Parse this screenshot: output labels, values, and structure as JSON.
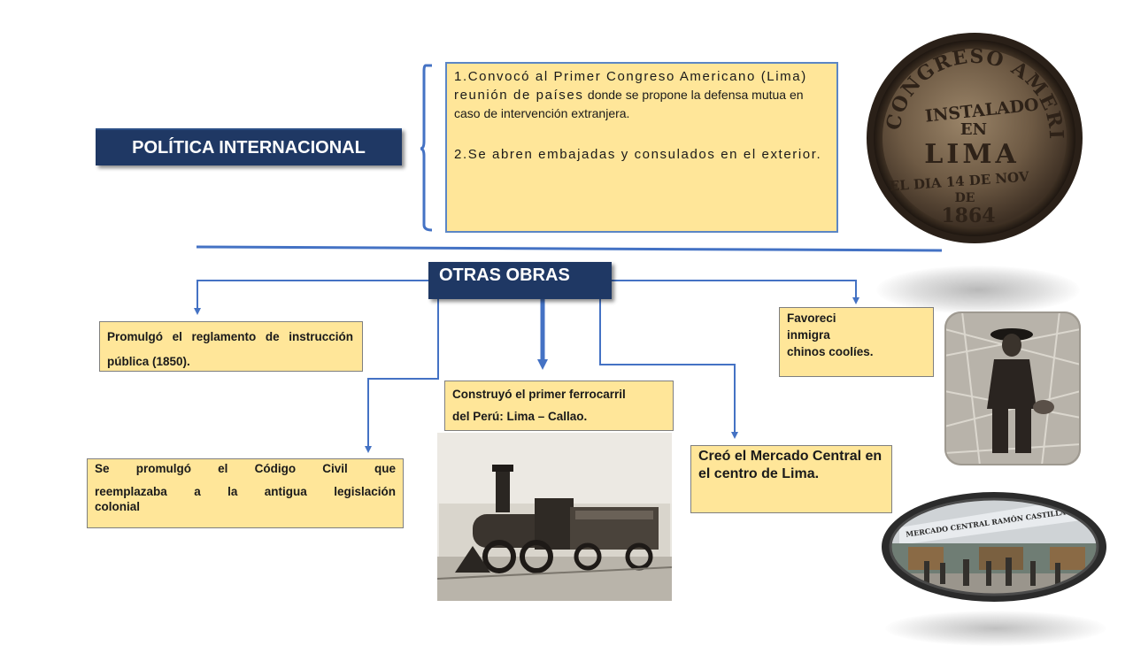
{
  "politica": {
    "title": "POLÍTICA INTERNACIONAL",
    "item1_spaced": "1.Convocó al Primer Congreso Americano (Lima) reunión de países",
    "item1_rest": "donde se propone la defensa mutua en caso de intervención extranjera.",
    "item2": "2.Se abren embajadas y consulados en el exterior."
  },
  "coin": {
    "line1": "CONGRESO AMERICANO",
    "line2": "INSTALADO",
    "line3": "EN",
    "line4": "LIMA",
    "line5": "EL DIA 14 DE NOV",
    "line6": "DE",
    "line7": "1864"
  },
  "otras": {
    "title": "OTRAS OBRAS",
    "reglamento": "Promulgó el reglamento de instrucción pública (1850).",
    "codigo_line1_words": [
      "Se",
      "promulgó",
      "el",
      "Código",
      "Civil",
      "que"
    ],
    "codigo_line2_words": [
      "reemplazaba",
      "a",
      "la",
      "antigua",
      "legislación"
    ],
    "codigo_line3": "colonial",
    "ferrocarril_line1": "Construyó el primer ferrocarril",
    "ferrocarril_line2": "del Perú: Lima – Callao.",
    "favoreci_line1": "Favoreci",
    "favoreci_line2": "inmigra",
    "favoreci_line3": "chinos coolíes.",
    "mercado": "Creó el Mercado Central en el centro de Lima."
  },
  "market_sign": "MERCADO CENTRAL RAMÓN CASTILLA",
  "colors": {
    "navy": "#1f3864",
    "yellow": "#ffe699",
    "connector_blue": "#4472c4",
    "divider_blue": "#4472c4"
  }
}
